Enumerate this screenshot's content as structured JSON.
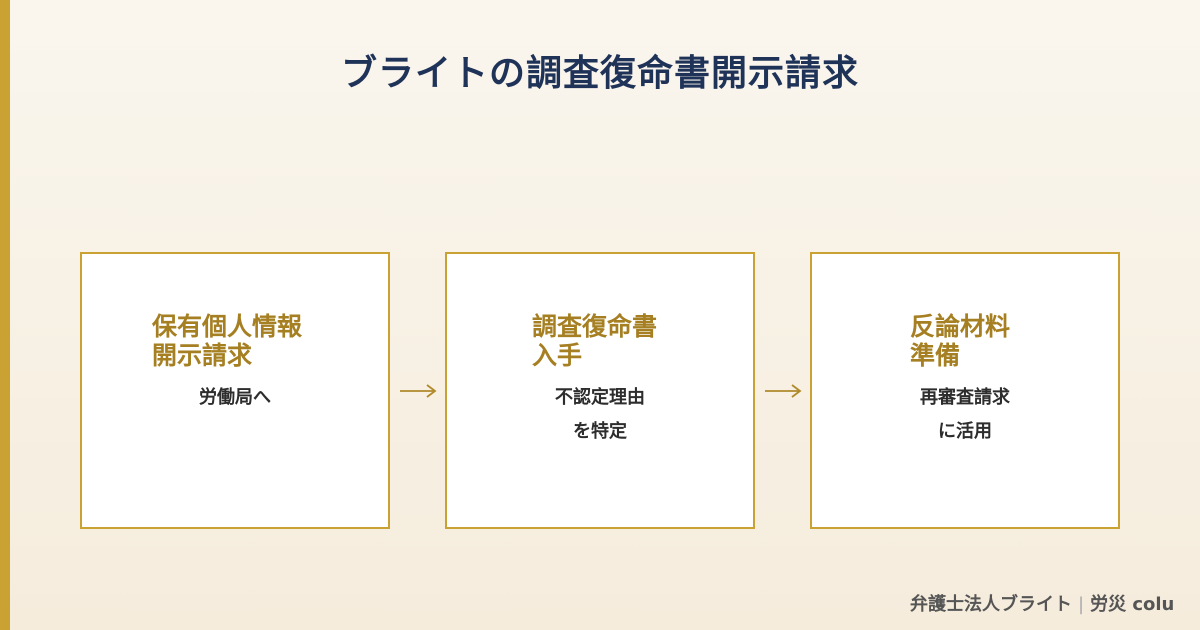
{
  "title": "ブライトの調査復命書開示請求",
  "steps": [
    {
      "title": "保有個人情報\n開示請求",
      "desc": "労働局へ"
    },
    {
      "title": "調査復命書\n入手",
      "desc": "不認定理由\nを特定"
    },
    {
      "title": "反論材料\n準備",
      "desc": "再審査請求\nに活用"
    }
  ],
  "arrow_icon": "arrow-right-icon",
  "footer": {
    "firm": "弁護士法人ブライト",
    "category": "労災 colu"
  },
  "colors": {
    "accent": "#c9a233",
    "title": "#1f3358",
    "step_title": "#a57f22"
  }
}
